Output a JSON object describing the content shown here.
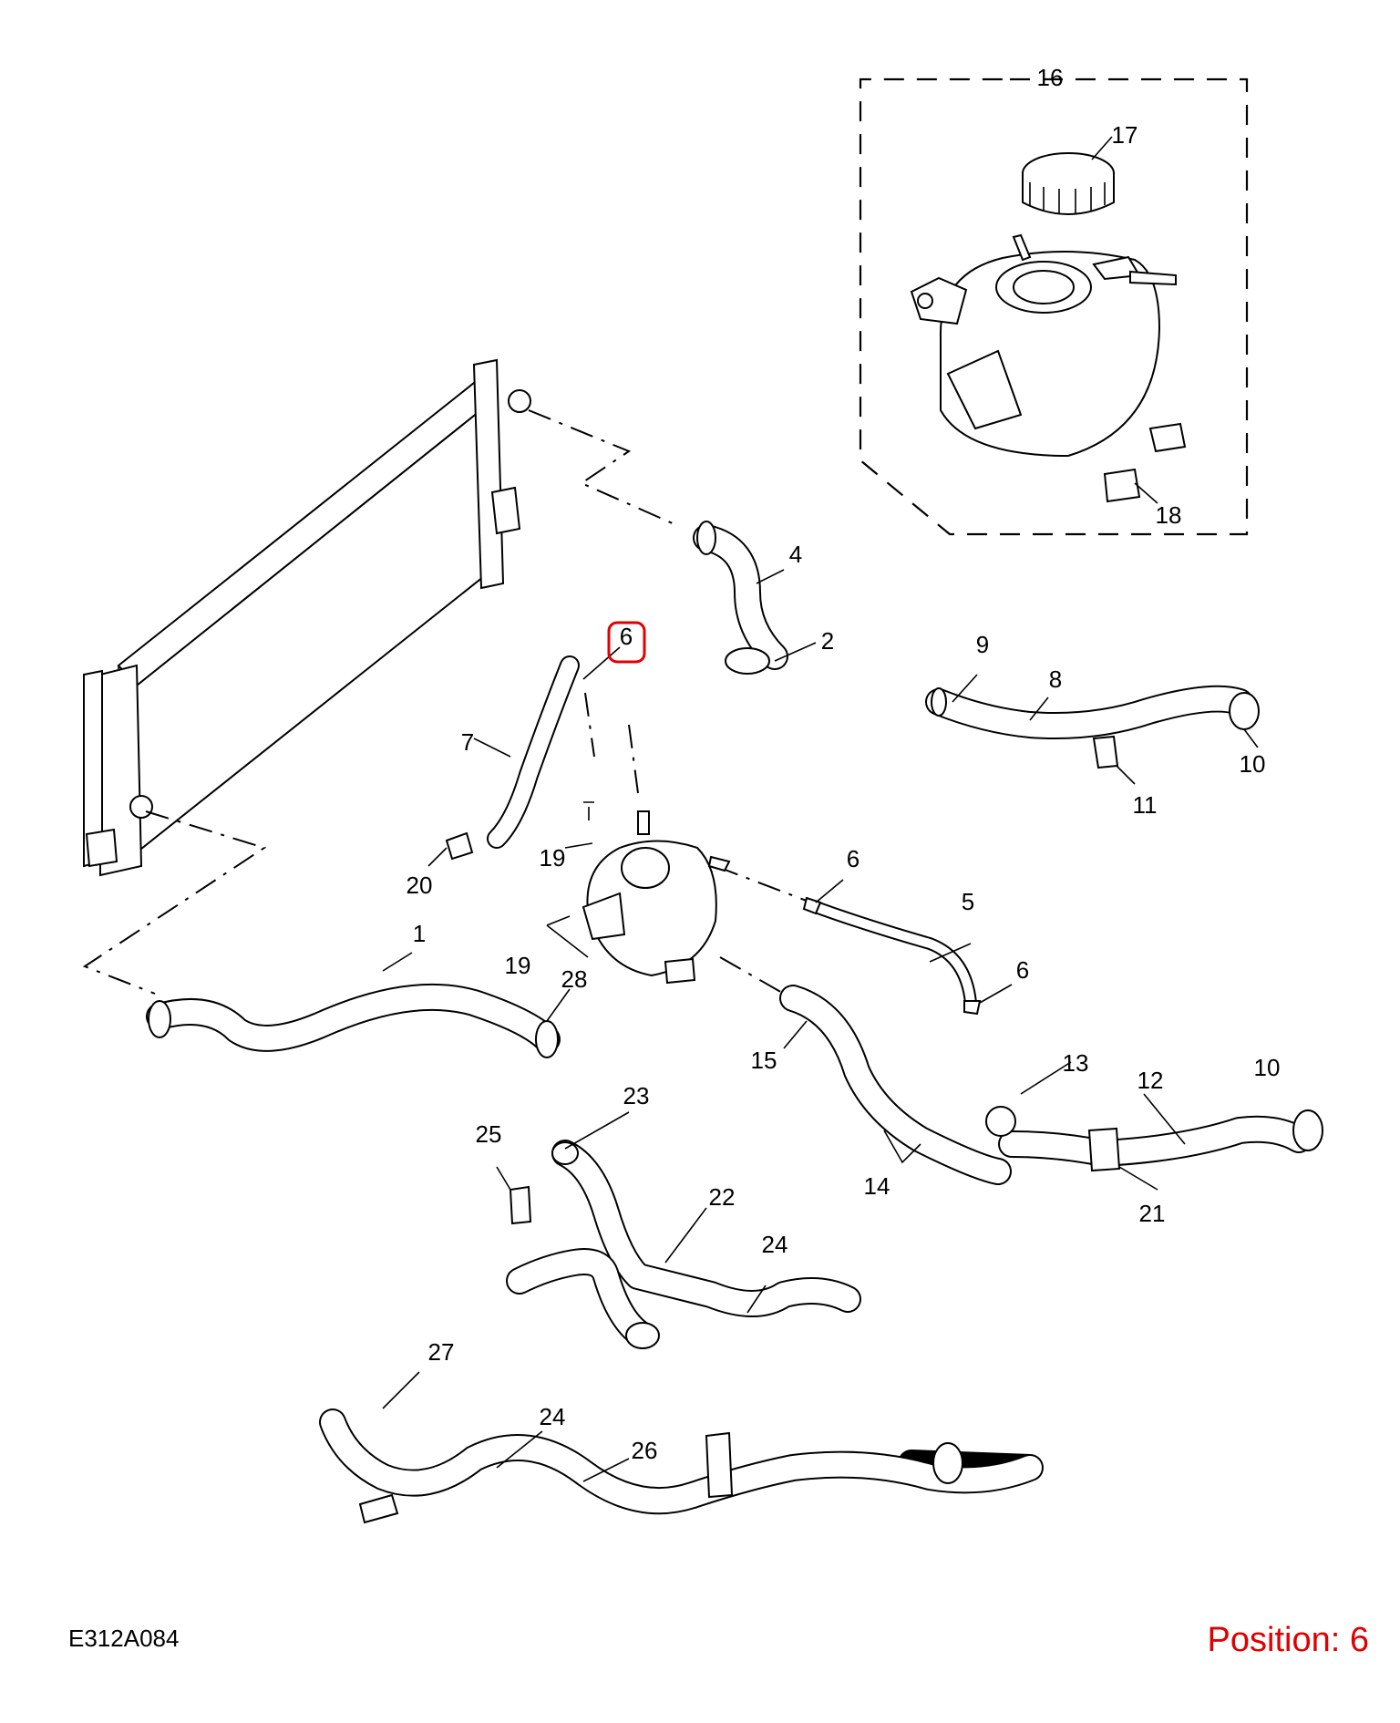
{
  "diagram": {
    "code": "E312A084",
    "position_label": "Position: 6",
    "highlight_color": "#e00000",
    "highlighted_callout": "6",
    "callouts": [
      "1",
      "2",
      "4",
      "5",
      "6",
      "6",
      "6",
      "7",
      "8",
      "9",
      "10",
      "10",
      "11",
      "12",
      "13",
      "14",
      "15",
      "16",
      "17",
      "18",
      "19",
      "19",
      "20",
      "21",
      "22",
      "23",
      "24",
      "24",
      "25",
      "26",
      "27",
      "28"
    ]
  }
}
